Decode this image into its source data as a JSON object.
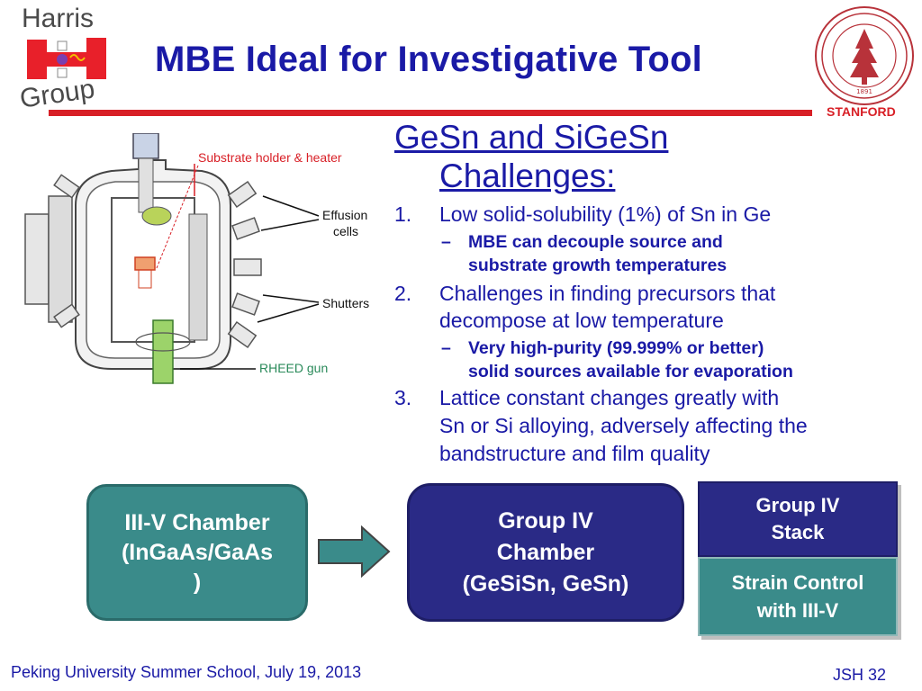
{
  "slide": {
    "title": "MBE Ideal for Investigative Tool",
    "logo": {
      "line1": "Harris",
      "line2": "Group"
    },
    "seal": {
      "label": "STANFORD",
      "year": "1891"
    }
  },
  "diagram": {
    "labels": {
      "substrate": "Substrate holder & heater",
      "effusion": "Effusion",
      "cells": "cells",
      "shutters": "Shutters",
      "rheed": "RHEED gun"
    }
  },
  "challenges": {
    "heading_line1": "GeSn and SiGeSn",
    "heading_line2": "Challenges:",
    "items": [
      {
        "num": "1.",
        "lines": [
          "Low solid-solubility (1%) of Sn in Ge"
        ],
        "sub": {
          "dash": "–",
          "lines": [
            "MBE can decouple source and",
            "substrate growth temperatures"
          ]
        }
      },
      {
        "num": "2.",
        "lines": [
          "Challenges in finding precursors that",
          "decompose at low temperature"
        ],
        "sub": {
          "dash": "–",
          "lines": [
            "Very high-purity (99.999% or better)",
            "solid sources available for evaporation"
          ]
        }
      },
      {
        "num": "3.",
        "lines": [
          "Lattice constant changes greatly with",
          "Sn or Si alloying, adversely affecting the",
          "bandstructure and film quality"
        ]
      }
    ]
  },
  "flow": {
    "iiiv_line1": "III-V Chamber",
    "iiiv_line2": "(InGaAs/GaAs",
    "iiiv_line3": ")",
    "iv_line1": "Group IV",
    "iv_line2": "Chamber",
    "iv_line3": "(GeSiSn, GeSn)",
    "stack_line1": "Group IV",
    "stack_line2": "Stack",
    "strain_line1": "Strain Control",
    "strain_line2": "with III-V"
  },
  "footer": {
    "left": "Peking University Summer School, July 19, 2013",
    "right": "JSH 32"
  },
  "colors": {
    "title_blue": "#1a1aa6",
    "accent_red": "#d81f26",
    "teal": "#3a8b8a",
    "navy": "#2a2a86"
  }
}
